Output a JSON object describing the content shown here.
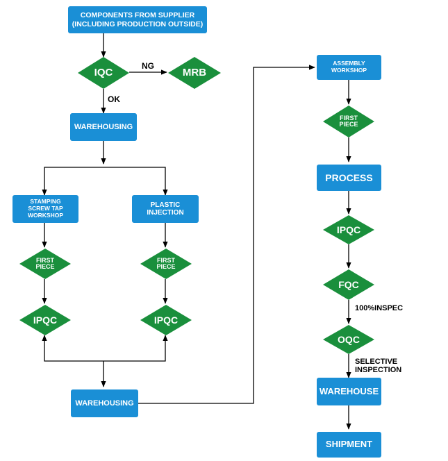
{
  "colors": {
    "box": "#1a8fd6",
    "diamond": "#1a8f3c",
    "line": "#000000"
  },
  "boxes": {
    "supplier": "COMPONENTS FROM SUPPLIER\n(INCLUDING PRODUCTION OUTSIDE)",
    "warehousing_top": "WAREHOUSING",
    "stamping": "STAMPING\nSCREW TAP WORKSHOP",
    "plastic": "PLASTIC INJECTION",
    "warehousing_bottom": "WAREHOUSING",
    "assembly": "ASSEMBLY WORKSHOP",
    "process": "PROCESS",
    "warehouse": "WAREHOUSE",
    "shipment": "SHIPMENT"
  },
  "diamonds": {
    "iqc": "IQC",
    "mrb": "MRB",
    "first_piece_left": "FIRST\nPIECE",
    "first_piece_mid": "FIRST\nPIECE",
    "ipqc_left": "IPQC",
    "ipqc_mid": "IPQC",
    "first_piece_right": "FIRST\nPIECE",
    "ipqc_right": "IPQC",
    "fqc": "FQC",
    "oqc": "OQC"
  },
  "labels": {
    "ng": "NG",
    "ok": "OK",
    "inspec_100": "100%INSPEC",
    "selective": "SELECTIVE\nINSPECTION"
  }
}
